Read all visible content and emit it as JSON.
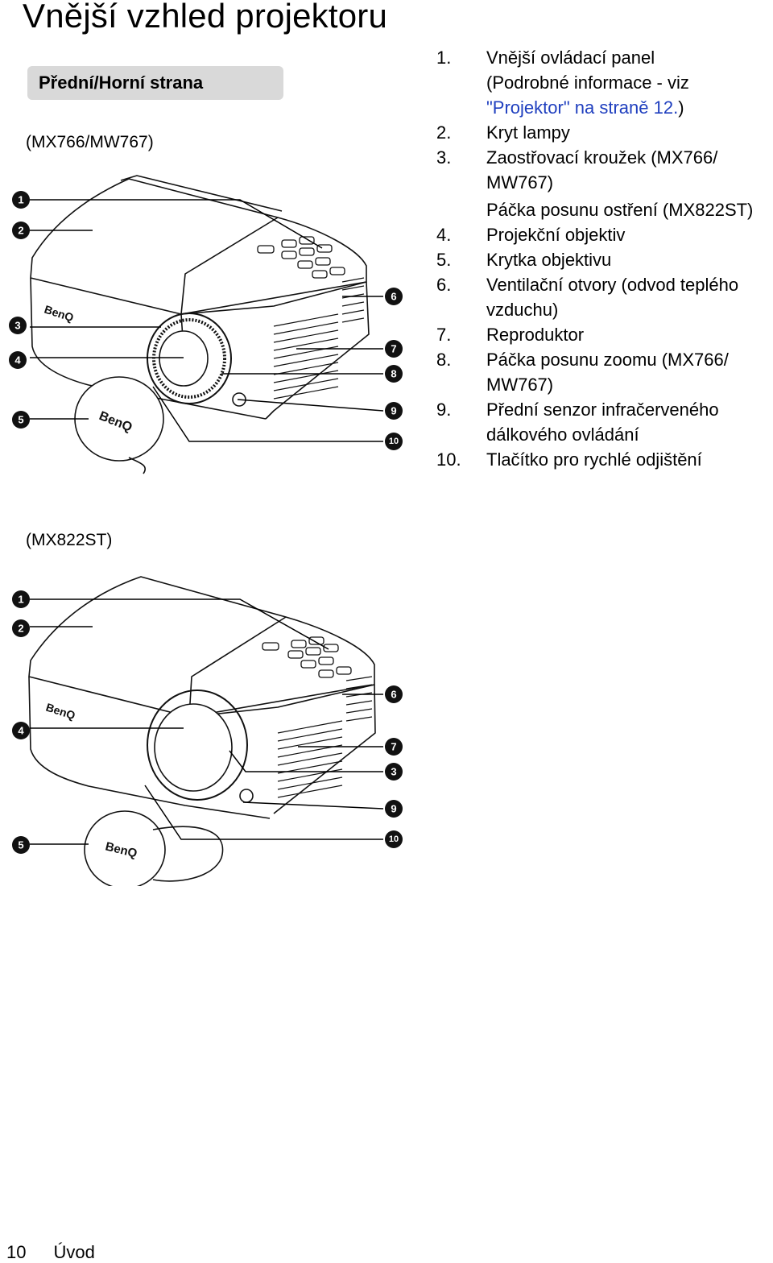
{
  "page": {
    "title": "Vnější vzhled projektoru",
    "section_label": "Přední/Horní strana"
  },
  "figures": [
    {
      "model_label": "(MX766/MW767)",
      "brand": "BenQ",
      "callouts_left": [
        "1",
        "2",
        "3",
        "4",
        "5"
      ],
      "callouts_right": [
        "6",
        "7",
        "8",
        "9",
        "10"
      ]
    },
    {
      "model_label": "(MX822ST)",
      "brand": "BenQ",
      "callouts_left": [
        "1",
        "2",
        "4",
        "5"
      ],
      "callouts_right": [
        "6",
        "7",
        "3",
        "9",
        "10"
      ]
    }
  ],
  "parts": [
    {
      "num": "1.",
      "text": "Vnější ovládací panel",
      "detail_prefix": "(Podrobné informace - viz ",
      "detail_link": "\"Projektor\" na straně 12.",
      "detail_suffix": ")"
    },
    {
      "num": "2.",
      "text": "Kryt lampy"
    },
    {
      "num": "3.",
      "text": "Zaostřovací kroužek (MX766/ MW767)",
      "extra": "Páčka posunu ostření (MX822ST)"
    },
    {
      "num": "4.",
      "text": "Projekční objektiv"
    },
    {
      "num": "5.",
      "text": "Krytka objektivu"
    },
    {
      "num": "6.",
      "text": "Ventilační otvory (odvod teplého vzduchu)"
    },
    {
      "num": "7.",
      "text": "Reproduktor"
    },
    {
      "num": "8.",
      "text": "Páčka posunu zoomu (MX766/ MW767)"
    },
    {
      "num": "9.",
      "text": "Přední senzor infračerveného dálkového ovládání"
    },
    {
      "num": "10.",
      "text": "Tlačítko pro rychlé odjištění"
    }
  ],
  "footer": {
    "page_number": "10",
    "section": "Úvod"
  }
}
